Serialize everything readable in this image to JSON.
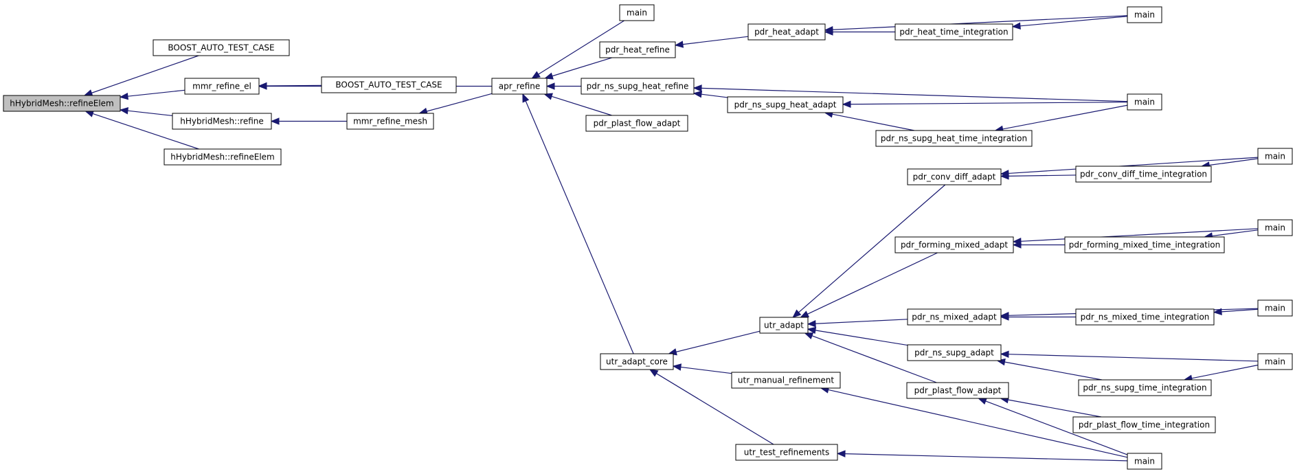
{
  "diagram": {
    "nodes": [
      {
        "id": "n1",
        "label": "hHybridMesh::refineElem",
        "root": true
      },
      {
        "id": "n2",
        "label": "BOOST_AUTO_TEST_CASE"
      },
      {
        "id": "n3",
        "label": "mmr_refine_el"
      },
      {
        "id": "n4",
        "label": "hHybridMesh::refine"
      },
      {
        "id": "n5",
        "label": "hHybridMesh::refineElem"
      },
      {
        "id": "n6",
        "label": "BOOST_AUTO_TEST_CASE"
      },
      {
        "id": "n7",
        "label": "mmr_refine_mesh"
      },
      {
        "id": "n8",
        "label": "apr_refine"
      },
      {
        "id": "n9",
        "label": "main"
      },
      {
        "id": "n10",
        "label": "pdr_heat_refine"
      },
      {
        "id": "n11",
        "label": "pdr_heat_adapt"
      },
      {
        "id": "n12",
        "label": "pdr_heat_time_integration"
      },
      {
        "id": "n13",
        "label": "main"
      },
      {
        "id": "n14",
        "label": "pdr_ns_supg_heat_refine"
      },
      {
        "id": "n15",
        "label": "pdr_ns_supg_heat_adapt"
      },
      {
        "id": "n16",
        "label": "main"
      },
      {
        "id": "n17",
        "label": "pdr_ns_supg_heat_time_integration"
      },
      {
        "id": "n18",
        "label": "pdr_plast_flow_adapt"
      },
      {
        "id": "n19",
        "label": "utr_adapt_core"
      },
      {
        "id": "n20",
        "label": "utr_adapt"
      },
      {
        "id": "n21",
        "label": "pdr_conv_diff_adapt"
      },
      {
        "id": "n22",
        "label": "pdr_conv_diff_time_integration"
      },
      {
        "id": "n23",
        "label": "main"
      },
      {
        "id": "n24",
        "label": "pdr_forming_mixed_adapt"
      },
      {
        "id": "n25",
        "label": "pdr_forming_mixed_time_integration"
      },
      {
        "id": "n26",
        "label": "main"
      },
      {
        "id": "n27",
        "label": "pdr_ns_mixed_adapt"
      },
      {
        "id": "n28",
        "label": "pdr_ns_mixed_time_integration"
      },
      {
        "id": "n29",
        "label": "main"
      },
      {
        "id": "n30",
        "label": "pdr_ns_supg_adapt"
      },
      {
        "id": "n31",
        "label": "pdr_ns_supg_time_integration"
      },
      {
        "id": "n32",
        "label": "main"
      },
      {
        "id": "n33",
        "label": "pdr_plast_flow_adapt"
      },
      {
        "id": "n34",
        "label": "pdr_plast_flow_time_integration"
      },
      {
        "id": "n35",
        "label": "utr_manual_refinement"
      },
      {
        "id": "n36",
        "label": "utr_test_refinements"
      },
      {
        "id": "n37",
        "label": "main"
      }
    ],
    "edges": [
      {
        "from": "n2",
        "to": "n1"
      },
      {
        "from": "n3",
        "to": "n1"
      },
      {
        "from": "n4",
        "to": "n1"
      },
      {
        "from": "n5",
        "to": "n1"
      },
      {
        "from": "n6",
        "to": "n3"
      },
      {
        "from": "n8",
        "to": "n3"
      },
      {
        "from": "n7",
        "to": "n4"
      },
      {
        "from": "n8",
        "to": "n7"
      },
      {
        "from": "n9",
        "to": "n8"
      },
      {
        "from": "n10",
        "to": "n8"
      },
      {
        "from": "n14",
        "to": "n8"
      },
      {
        "from": "n18",
        "to": "n8"
      },
      {
        "from": "n19",
        "to": "n8"
      },
      {
        "from": "n11",
        "to": "n10"
      },
      {
        "from": "n12",
        "to": "n11"
      },
      {
        "from": "n13",
        "to": "n11"
      },
      {
        "from": "n13",
        "to": "n12"
      },
      {
        "from": "n15",
        "to": "n14"
      },
      {
        "from": "n16",
        "to": "n14"
      },
      {
        "from": "n16",
        "to": "n15"
      },
      {
        "from": "n17",
        "to": "n15"
      },
      {
        "from": "n16",
        "to": "n17"
      },
      {
        "from": "n20",
        "to": "n19"
      },
      {
        "from": "n35",
        "to": "n19"
      },
      {
        "from": "n36",
        "to": "n19"
      },
      {
        "from": "n21",
        "to": "n20"
      },
      {
        "from": "n24",
        "to": "n20"
      },
      {
        "from": "n27",
        "to": "n20"
      },
      {
        "from": "n30",
        "to": "n20"
      },
      {
        "from": "n33",
        "to": "n20"
      },
      {
        "from": "n22",
        "to": "n21"
      },
      {
        "from": "n23",
        "to": "n21"
      },
      {
        "from": "n23",
        "to": "n22"
      },
      {
        "from": "n25",
        "to": "n24"
      },
      {
        "from": "n26",
        "to": "n24"
      },
      {
        "from": "n26",
        "to": "n25"
      },
      {
        "from": "n28",
        "to": "n27"
      },
      {
        "from": "n29",
        "to": "n27"
      },
      {
        "from": "n29",
        "to": "n28"
      },
      {
        "from": "n31",
        "to": "n30"
      },
      {
        "from": "n32",
        "to": "n30"
      },
      {
        "from": "n32",
        "to": "n31"
      },
      {
        "from": "n34",
        "to": "n33"
      },
      {
        "from": "n37",
        "to": "n33"
      },
      {
        "from": "n37",
        "to": "n35"
      },
      {
        "from": "n37",
        "to": "n36"
      }
    ]
  }
}
